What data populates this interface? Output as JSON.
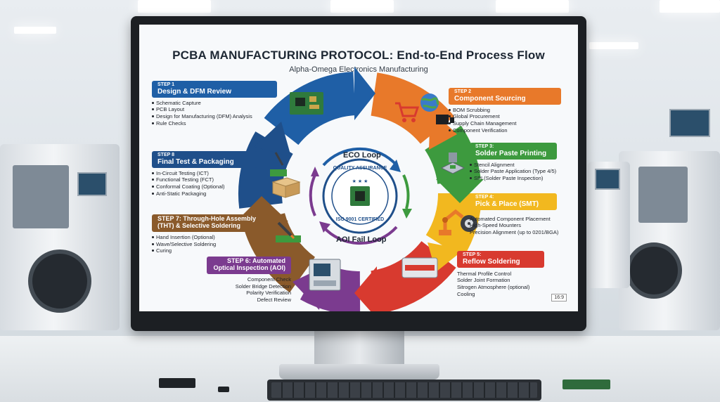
{
  "title": "PCBA MANUFACTURING PROTOCOL: End-to-End Process Flow",
  "subtitle": "Alpha-Omega Electronics Manufacturing",
  "colors": {
    "step1": "#1f5fa6",
    "step2": "#e8792a",
    "step3": "#3d9a3e",
    "step4": "#f2b81f",
    "step5": "#d83a2f",
    "step6": "#7b3b8f",
    "step7": "#8a5a2b",
    "step8": "#1f4f8a",
    "qa_ring": "#1f4f8a"
  },
  "steps": [
    {
      "num": "STEP 1",
      "title": "Design & DFM Review",
      "bullets": [
        "Schematic Capture",
        "PCB Layout",
        "Design for Manufacturing (DFM) Analysis",
        "Rule Checks"
      ]
    },
    {
      "num": "STEP 2",
      "title": "Component Sourcing",
      "bullets": [
        "BOM Scrubbing",
        "Global Procurement",
        "Supply Chain Management",
        "Component Verification"
      ]
    },
    {
      "num": "STEP 3:",
      "title": "Solder Paste Printing",
      "bullets": [
        "Stencil Alignment",
        "Solder Paste Application (Type 4/5)",
        "SPI (Solder Paste Inspection)"
      ]
    },
    {
      "num": "STEP 4:",
      "title": "Pick & Place (SMT)",
      "bullets": [
        "Automated Component Placement",
        "High-Speed Mounters",
        "Precision Alignment (up to 0201/BGA)"
      ]
    },
    {
      "num": "STEP 5:",
      "title": "Reflow Soldering",
      "bullets": [
        "Thermal Profile Control",
        "Solder Joint Formation",
        "Sitrogen Atmosphere (optional)",
        "Cooling"
      ]
    },
    {
      "num": "",
      "title_line1": "STEP 6: Automated",
      "title_line2": "Optical Inspection (AOI)",
      "bullets": [
        "Component Check",
        "Solder Bridge Detection",
        "Polarity Verification",
        "Defect Review"
      ]
    },
    {
      "num": "",
      "title_line1": "STEP 7: Through-Hole Assembly",
      "title_line2": "(THT) & Selective Soldering",
      "bullets": [
        "Hand Insertion (Optional)",
        "Wave/Selective Soldering",
        "Curing"
      ]
    },
    {
      "num": "STEP 8",
      "title": "Final Test & Packaging",
      "bullets": [
        "In-Circuit Testing (ICT)",
        "Functional Testing (FCT)",
        "Conformal Coating (Optional)",
        "Anti-Static Packaging"
      ]
    }
  ],
  "center": {
    "eco_loop": "ECO Loop",
    "aoi_loop": "AOI Fail Loop",
    "qa_top": "QUALITY ASSURANCE",
    "qa_bottom": "ISO 9001 CERTIFIED"
  },
  "aspect_badge": "16:9"
}
